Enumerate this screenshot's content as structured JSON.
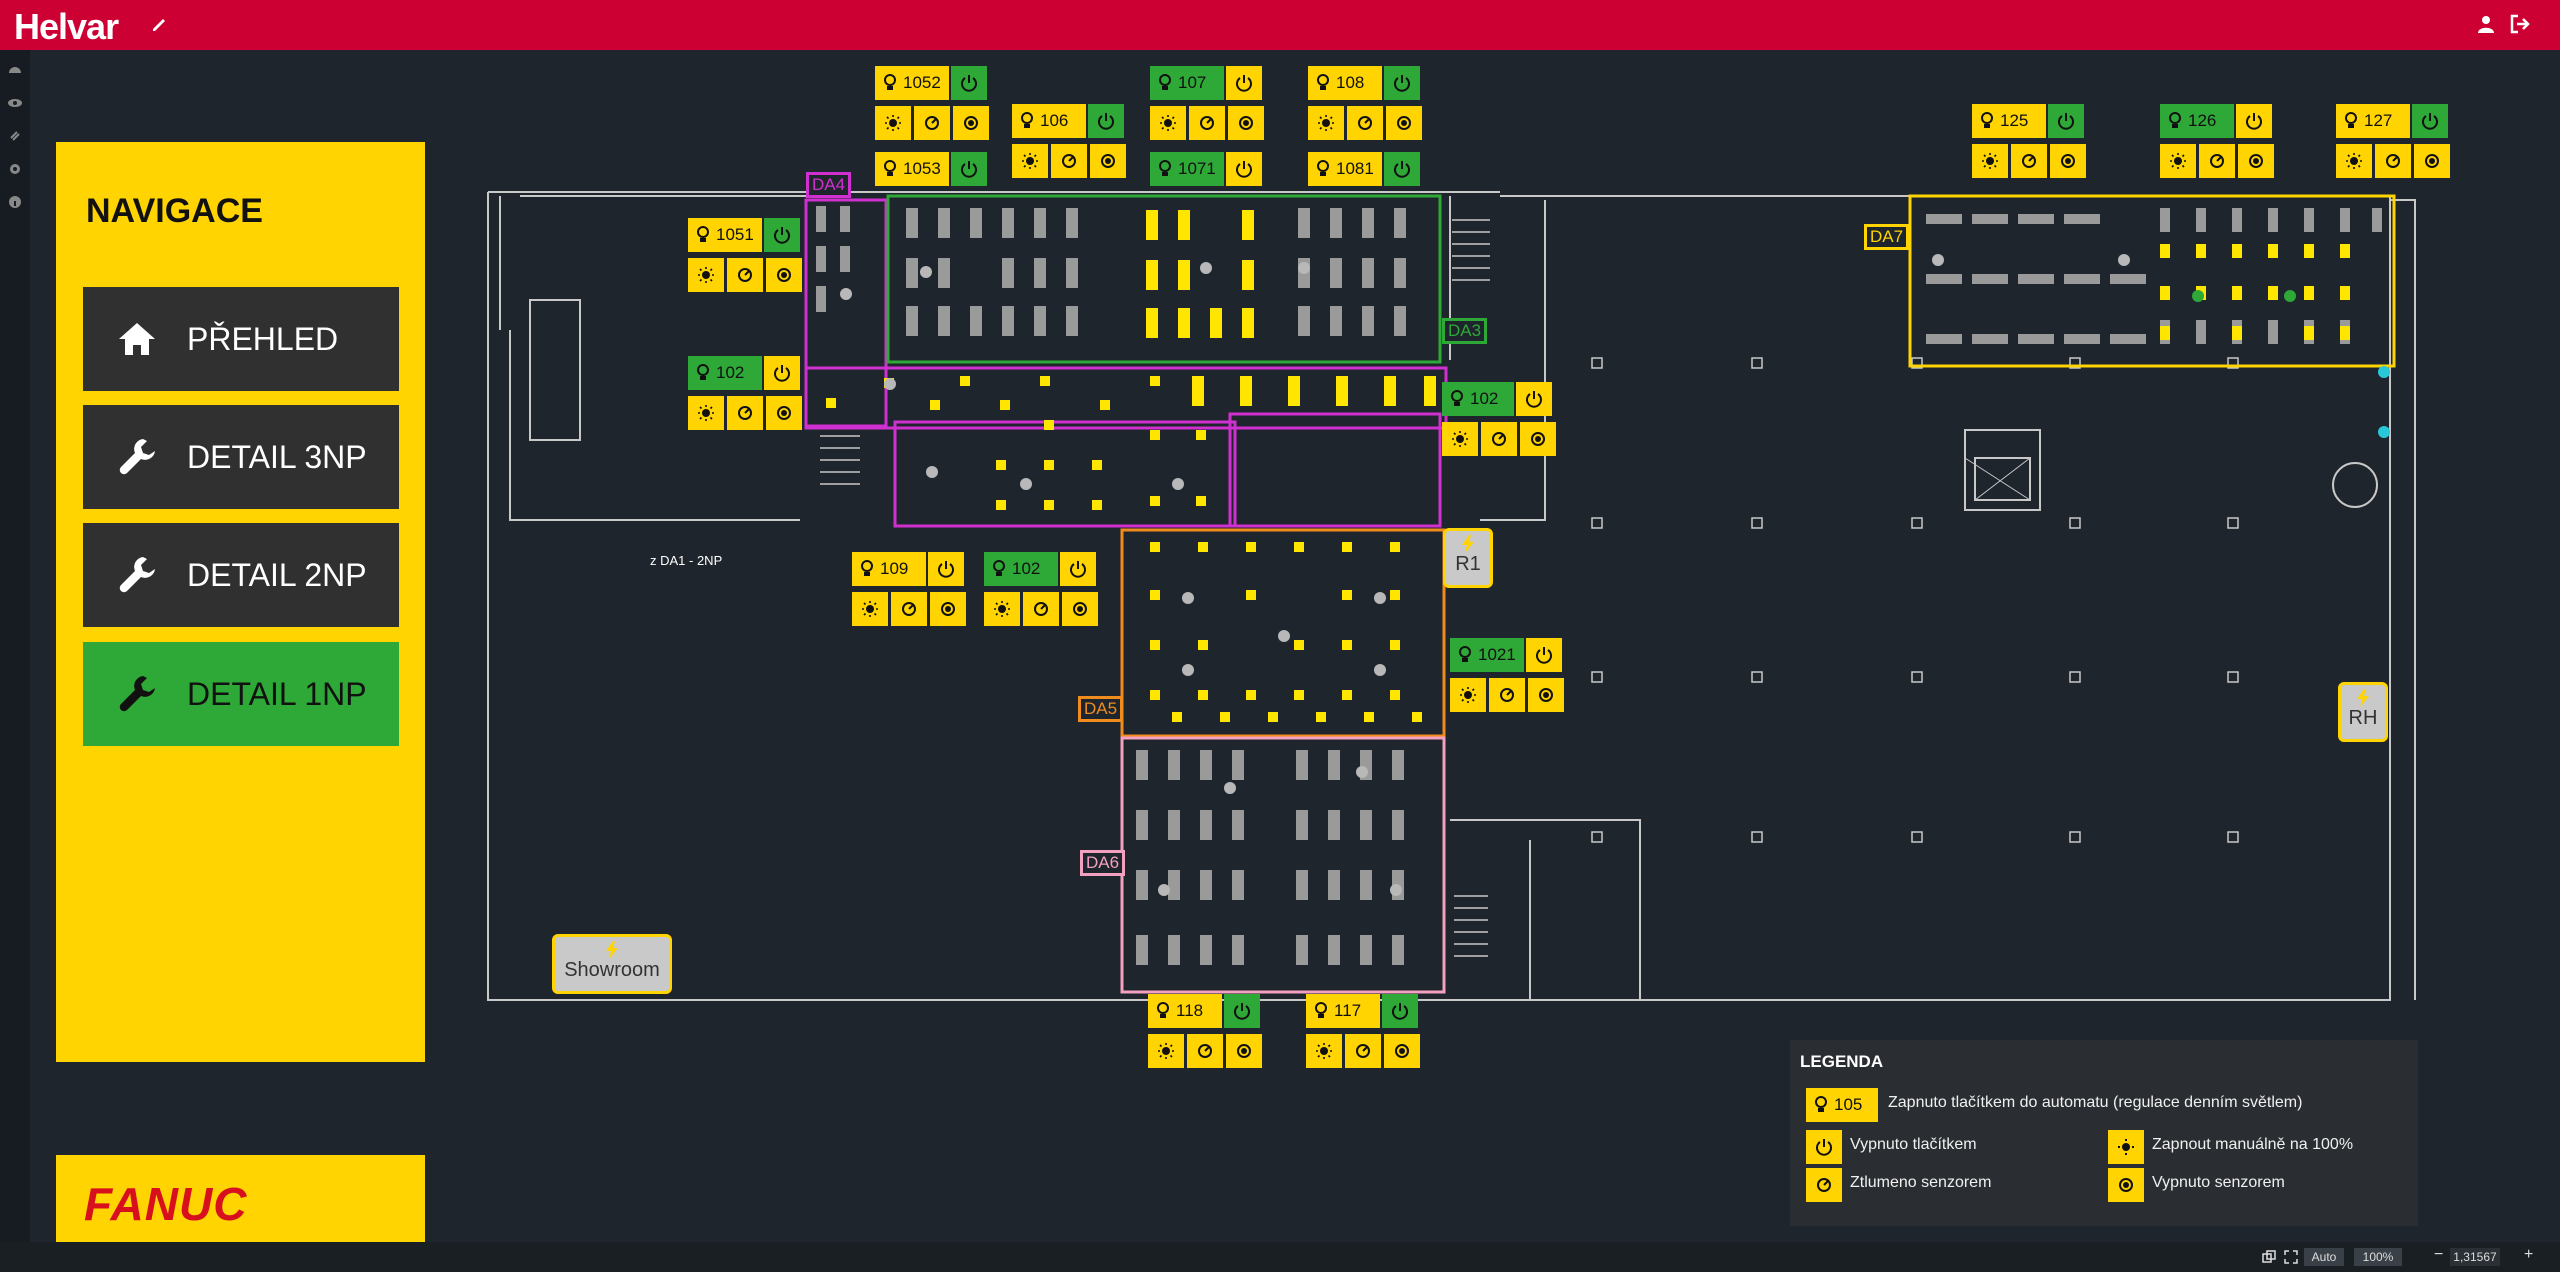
{
  "header": {
    "brand": "Helvar"
  },
  "navigation": {
    "title": "NAVIGACE",
    "items": [
      {
        "label": "PŘEHLED",
        "icon": "home-icon"
      },
      {
        "label": "DETAIL 3NP",
        "icon": "wrench-icon"
      },
      {
        "label": "DETAIL 2NP",
        "icon": "wrench-icon"
      },
      {
        "label": "DETAIL 1NP",
        "icon": "wrench-icon",
        "active": true
      }
    ]
  },
  "footer_logo": {
    "text": "FANUC"
  },
  "zones": {
    "da4": "DA4",
    "da3": "DA3",
    "da5": "DA5",
    "da6": "DA6",
    "da7": "DA7"
  },
  "rooms": {
    "r1052": "1052",
    "r106": "106",
    "r1053": "1053",
    "r107": "107",
    "r1071": "1071",
    "r108": "108",
    "r1081": "1081",
    "r1051": "1051",
    "r102a": "102",
    "r102b": "102",
    "r109": "109",
    "r102c": "102",
    "r1021": "1021",
    "r125": "125",
    "r126": "126",
    "r127": "127",
    "r118": "118",
    "r117": "117"
  },
  "sensors": {
    "r1": "R1",
    "rh": "RH",
    "showroom": "Showroom"
  },
  "plan_notes": {
    "from_da1": "z DA1 - 2NP"
  },
  "legend": {
    "title": "LEGENDA",
    "sample_number": "105",
    "auto": "Zapnuto tlačítkem do automatu (regulace denním světlem)",
    "off_button": "Vypnuto tlačítkem",
    "manual_on": "Zapnout manuálně na 100%",
    "dimmed": "Ztlumeno senzorem",
    "off_sensor": "Vypnuto senzorem"
  },
  "bottom": {
    "auto": "Auto",
    "zoom": "100%",
    "scale": "1,31567"
  },
  "colors": {
    "brand_red": "#cc0033",
    "yellow": "#ffd400",
    "green": "#2ea836"
  }
}
